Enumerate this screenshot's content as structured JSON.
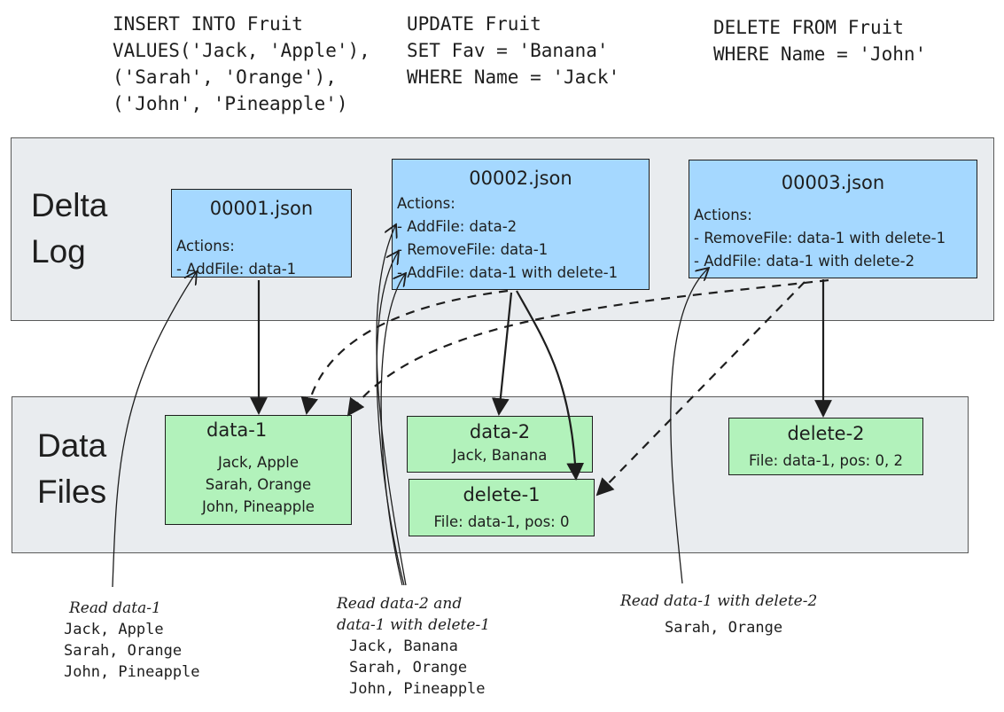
{
  "sql": {
    "insert": [
      "INSERT INTO Fruit",
      "VALUES('Jack, 'Apple'),",
      "('Sarah', 'Orange'),",
      "('John', 'Pineapple')"
    ],
    "update": [
      "UPDATE Fruit",
      "SET Fav = 'Banana'",
      "WHERE Name = 'Jack'"
    ],
    "delete": [
      "DELETE FROM Fruit",
      "WHERE Name = 'John'"
    ]
  },
  "delta_log": {
    "title_line1": "Delta",
    "title_line2": "Log",
    "commits": [
      {
        "name": "00001.json",
        "actions_label": "Actions:",
        "actions": [
          "- AddFile: data-1"
        ]
      },
      {
        "name": "00002.json",
        "actions_label": "Actions:",
        "actions": [
          "- AddFile: data-2",
          "- RemoveFile: data-1",
          "- AddFile: data-1 with delete-1"
        ]
      },
      {
        "name": "00003.json",
        "actions_label": "Actions:",
        "actions": [
          "- RemoveFile: data-1 with delete-1",
          "- AddFile: data-1 with delete-2"
        ]
      }
    ]
  },
  "data_files": {
    "title_line1": "Data",
    "title_line2": "Files",
    "files": [
      {
        "name": "data-1",
        "rows": [
          "Jack, Apple",
          "Sarah, Orange",
          "John, Pineapple"
        ]
      },
      {
        "name": "data-2",
        "rows": [
          "Jack, Banana"
        ]
      },
      {
        "name": "delete-1",
        "rows": [
          "File: data-1, pos: 0"
        ]
      },
      {
        "name": "delete-2",
        "rows": [
          "File: data-1, pos: 0, 2"
        ]
      }
    ]
  },
  "reads": [
    {
      "head": [
        "Read data-1"
      ],
      "rows": [
        "Jack, Apple",
        "Sarah, Orange",
        "John, Pineapple"
      ]
    },
    {
      "head": [
        "Read data-2 and",
        "data-1 with delete-1"
      ],
      "rows": [
        "Jack, Banana",
        "Sarah, Orange",
        "John, Pineapple"
      ]
    },
    {
      "head": [
        "Read data-1 with delete-2"
      ],
      "rows": [
        "Sarah, Orange"
      ]
    }
  ],
  "colors": {
    "log_box": "#a5d8ff",
    "data_box": "#b2f2bb",
    "panel": "#e9ecef",
    "ink": "#1e1e1e"
  }
}
